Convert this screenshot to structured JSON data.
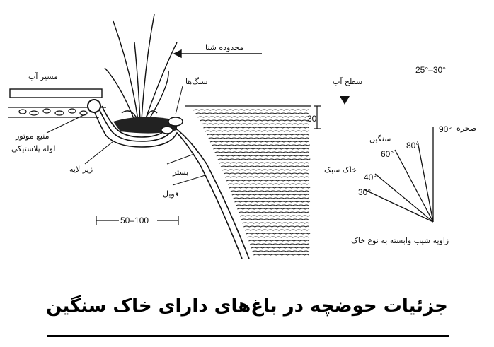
{
  "diagram": {
    "title_range": "25°–30°",
    "labels": {
      "pipe_label": "مسیر آب",
      "overflow_label": "محدوده شنا",
      "stones_label": "سنگ‌ها",
      "water_level_label": "سطح آب",
      "inlet_pipe_label_1": "منبع موتور",
      "inlet_pipe_label_2": "لوله پلاستیکی",
      "underlay_label": "زیر لایه",
      "liner_label_1": "بستر",
      "liner_label_2": "فویل",
      "depth_value": "30",
      "width_value": "50–100",
      "slope_caption": "زاویه شیب وابسته به نوع خاک"
    },
    "slope_angles": [
      {
        "angle": "90°",
        "label": "صخره"
      },
      {
        "angle": "80°",
        "label": ""
      },
      {
        "angle": "60°",
        "label": "سنگین"
      },
      {
        "angle": "40°",
        "label": "خاک سبک"
      },
      {
        "angle": "30°",
        "label": ""
      }
    ]
  },
  "caption": "جزئیات حوضچه در باغ‌های دارای خاک سنگین"
}
